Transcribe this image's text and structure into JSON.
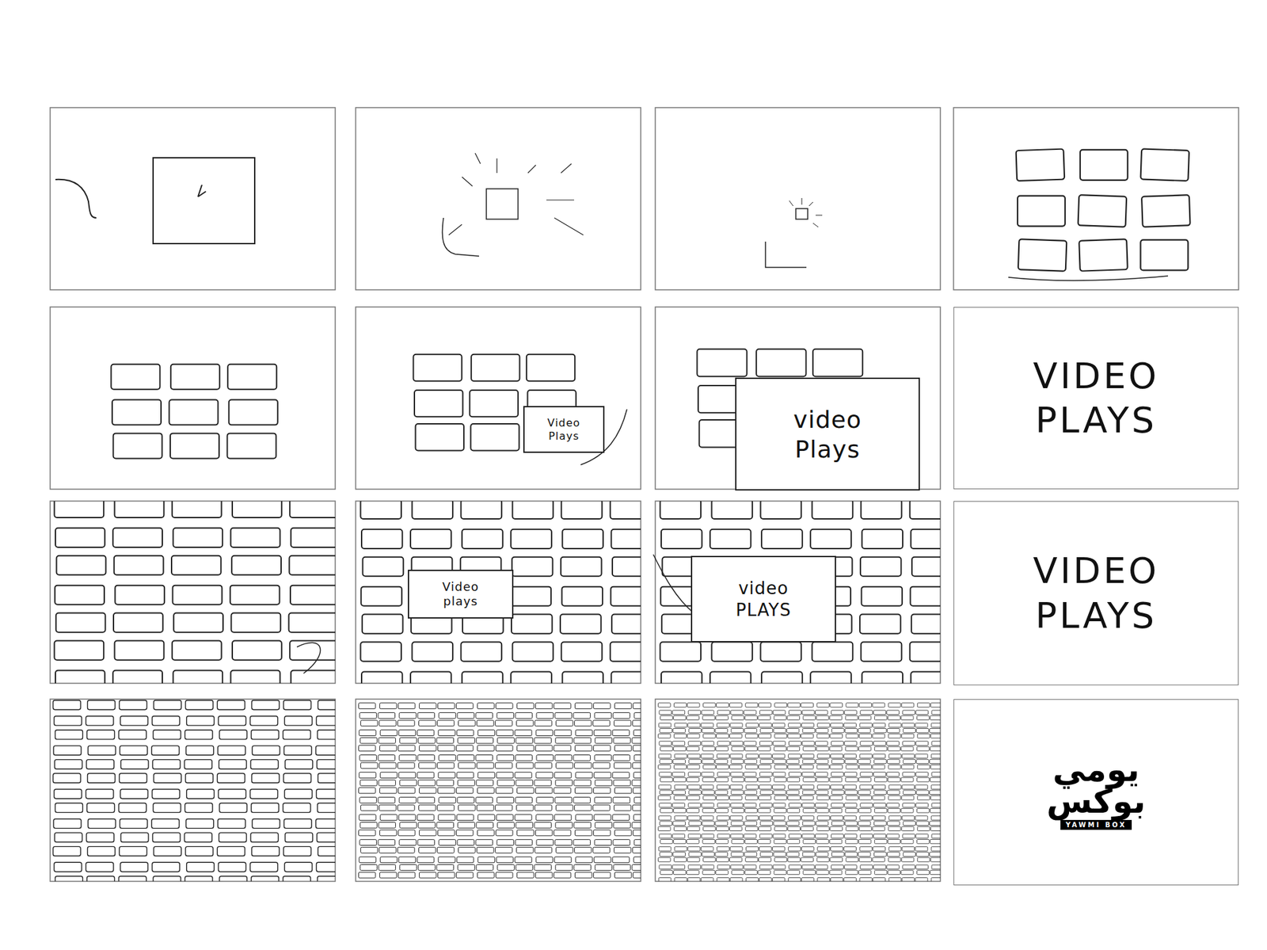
{
  "diagram": {
    "nodes": [
      {
        "text": [
          "Video Plays"
        ]
      },
      {
        "text": [
          "video Plays"
        ]
      },
      {
        "text": [
          "VIDEO PLAYS"
        ]
      },
      {
        "text": [
          "Video plays"
        ]
      },
      {
        "text": [
          "video PLAYS"
        ]
      },
      {
        "text": [
          "VIDEO PLAYS"
        ]
      },
      {
        "text": [
          "يومي بوكس",
          "YAWMI BOX"
        ]
      }
    ]
  }
}
